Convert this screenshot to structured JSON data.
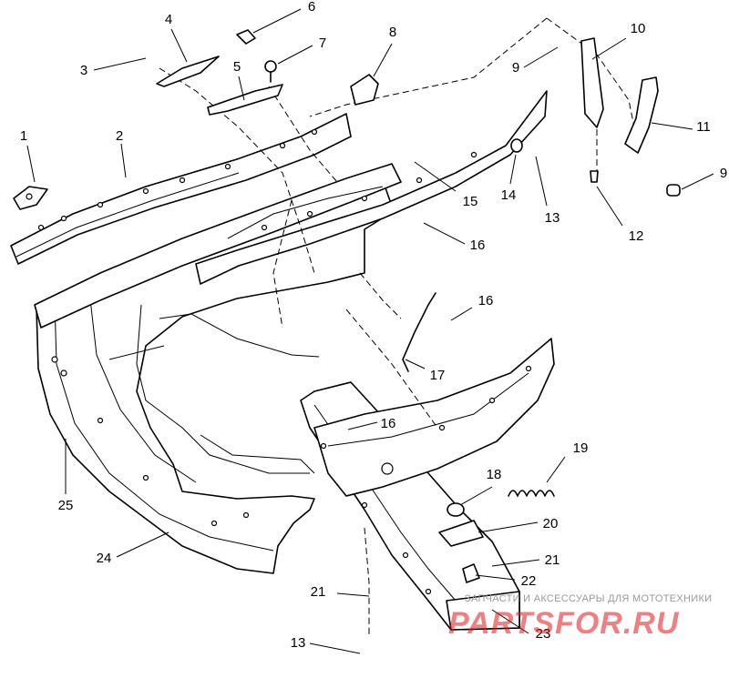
{
  "callouts": [
    "1",
    "2",
    "3",
    "4",
    "5",
    "6",
    "7",
    "8",
    "9",
    "10",
    "9",
    "11",
    "12",
    "13",
    "14",
    "15",
    "16",
    "16",
    "17",
    "16",
    "18",
    "19",
    "20",
    "21",
    "21",
    "22",
    "23",
    "13",
    "24",
    "25"
  ],
  "watermark": {
    "tagline": "ЗАПЧАСТИ И АКСЕССУАРЫ ДЛЯ МОТОТЕХНИКИ",
    "logo": "PARTSFOR.RU",
    "color": "#e3171b"
  }
}
